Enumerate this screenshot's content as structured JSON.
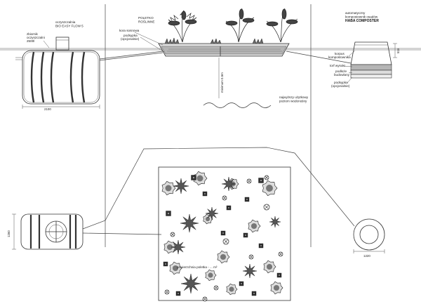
{
  "labels": {
    "treatment_plant": [
      "oczyszczalnia",
      "BIO EASY FLOW 5"
    ],
    "treatment_capacity": [
      "zbiornik",
      "oczyszczalni",
      "2500l"
    ],
    "treatment_width": "2100",
    "plant_bed_title": [
      "POLETKO",
      "ROŚLINNE"
    ],
    "plant_bed_notes": [
      "kora sosnowa",
      "podsypka",
      "(opcjonalnie)"
    ],
    "drain_depth": "minimum 0.5m",
    "groundwater": [
      "najwyższy użytkowy",
      "poziom wodonośny"
    ],
    "composter_title": [
      "automatyczny",
      "kompostownik osadów",
      "HABA COMPOSTER"
    ],
    "composter_parts": [
      "korpus",
      "kompostownika",
      "torf wysoki",
      "podłoże",
      "budowlany",
      "podsypka",
      "(opcjonalnie)"
    ],
    "composter_height": "516",
    "area_note": "powierzchnia poletka - ... m²",
    "tank_plan_width": "1260",
    "composter_plan_width": "1220"
  },
  "colors": {
    "ink": "#222222",
    "ground": "#dcdcdc",
    "gravel": "#b5b5b5",
    "soil": "#cfcfcf"
  }
}
